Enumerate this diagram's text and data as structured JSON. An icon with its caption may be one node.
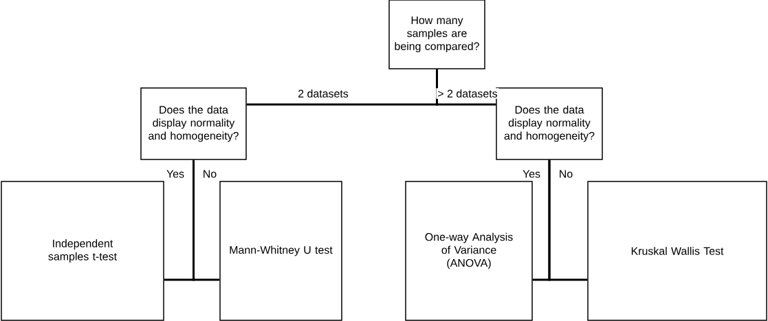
{
  "diagram": {
    "nodes": [
      {
        "text": [
          "How many samples are being compared?"
        ]
      },
      {
        "text": [
          "Does the data display normality and homogeneity?"
        ]
      },
      {
        "text": [
          "Does the data display normality and homogeneity?"
        ]
      },
      {
        "text": [
          "Independent samples t-test"
        ]
      },
      {
        "text": [
          "Mann-Whitney U test"
        ]
      },
      {
        "text": [
          "One-way Analysis of Variance (ANOVA)"
        ]
      },
      {
        "text": [
          "Kruskal Wallis Test"
        ]
      }
    ],
    "edges": [
      {
        "from": 0,
        "to": 1,
        "arrow": "none",
        "label": "2 datasets"
      },
      {
        "from": 0,
        "to": 2,
        "arrow": "none",
        "label": "> 2 datasets"
      },
      {
        "from": 1,
        "to": 3,
        "arrow": "none",
        "label": "Yes"
      },
      {
        "from": 1,
        "to": 4,
        "arrow": "none",
        "label": "No"
      },
      {
        "from": 2,
        "to": 5,
        "arrow": "none",
        "label": "Yes"
      },
      {
        "from": 2,
        "to": 6,
        "arrow": "none",
        "label": "No"
      }
    ]
  }
}
